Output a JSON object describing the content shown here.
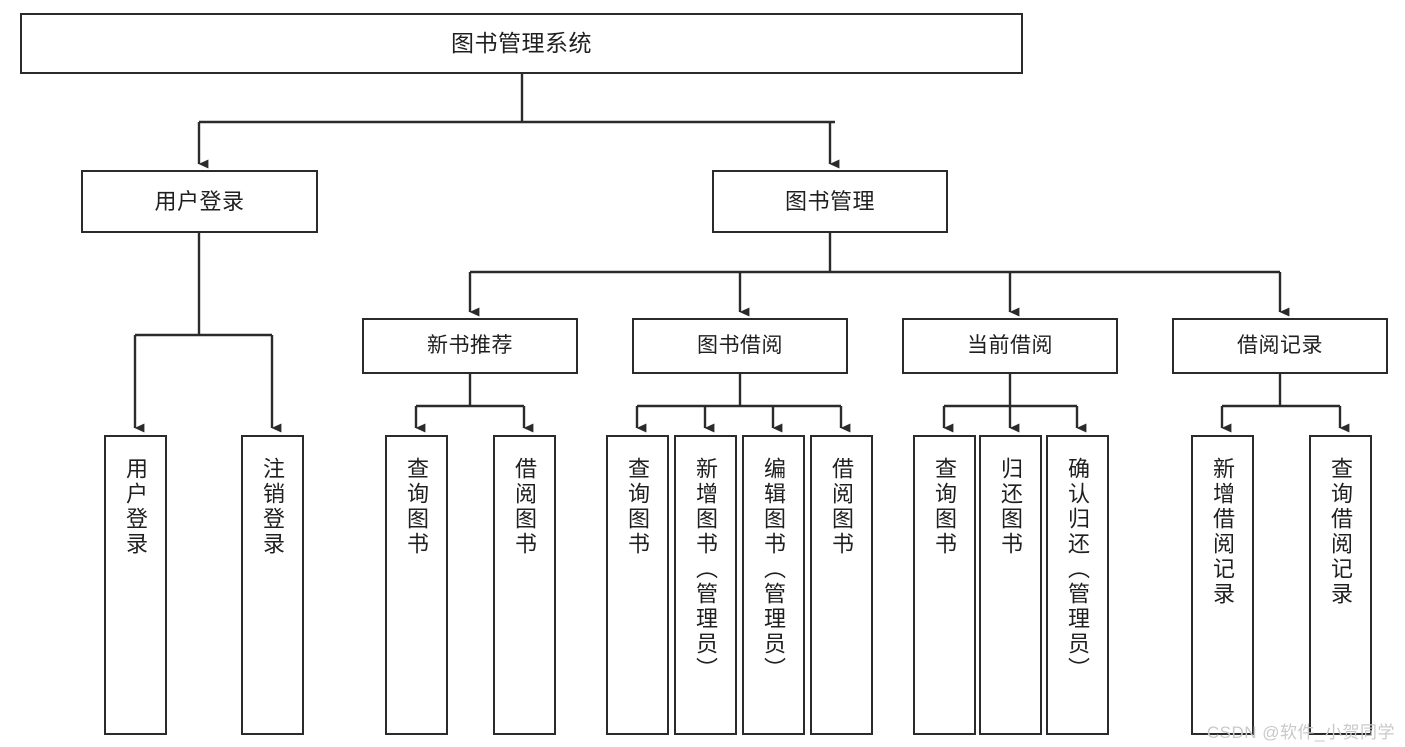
{
  "diagram": {
    "title": "图书管理系统",
    "type": "hierarchy-tree",
    "stroke_color": "#2b2b2b",
    "text_color": "#1f1f1f",
    "background_color": "#ffffff"
  },
  "root": {
    "label": "图书管理系统"
  },
  "level1": [
    {
      "label": "用户登录"
    },
    {
      "label": "图书管理"
    }
  ],
  "level2": [
    {
      "label": "新书推荐"
    },
    {
      "label": "图书借阅"
    },
    {
      "label": "当前借阅"
    },
    {
      "label": "借阅记录"
    }
  ],
  "leaves": {
    "user_login": [
      {
        "label": "用户登录"
      },
      {
        "label": "注销登录"
      }
    ],
    "new_book": [
      {
        "label": "查询图书"
      },
      {
        "label": "借阅图书"
      }
    ],
    "book_borrow": [
      {
        "label": "查询图书"
      },
      {
        "label": "新增图书（管理员）"
      },
      {
        "label": "编辑图书（管理员）"
      },
      {
        "label": "借阅图书"
      }
    ],
    "current_borrow": [
      {
        "label": "查询图书"
      },
      {
        "label": "归还图书"
      },
      {
        "label": "确认归还（管理员）"
      }
    ],
    "borrow_record": [
      {
        "label": "新增借阅记录"
      },
      {
        "label": "查询借阅记录"
      }
    ]
  },
  "watermark": {
    "text": "CSDN @软件_小贺同学",
    "color": "#c9c9c9"
  }
}
